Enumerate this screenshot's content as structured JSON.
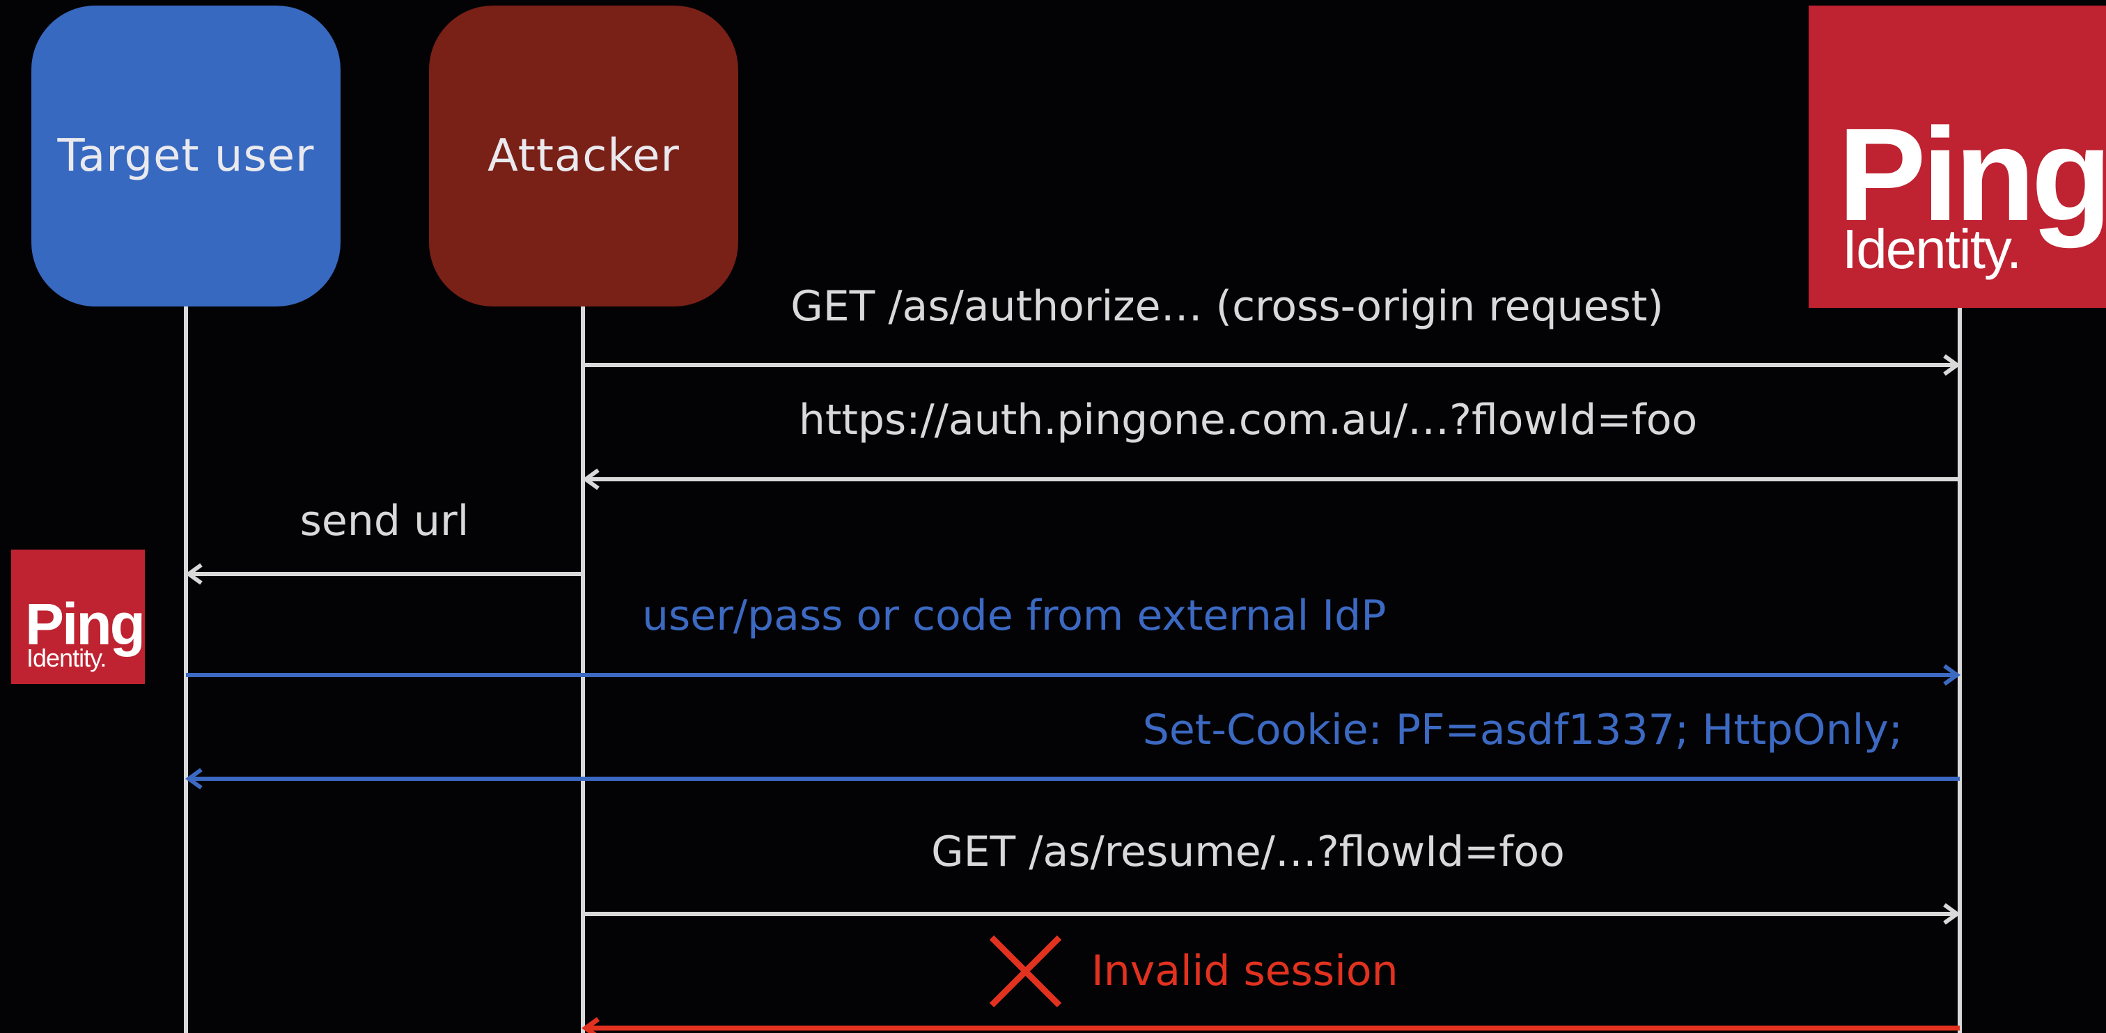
{
  "actors": {
    "target_user": "Target user",
    "attacker": "Attacker"
  },
  "logo_wordmark": {
    "main": "Ping",
    "sub": "Identity."
  },
  "messages": [
    {
      "id": "authorize-request",
      "text": "GET /as/authorize… (cross-origin request)",
      "from": "attacker",
      "to": "ping",
      "color": "#d9d9d9"
    },
    {
      "id": "flow-url-response",
      "text": "https://auth.pingone.com.au/…?flowId=foo",
      "from": "ping",
      "to": "attacker",
      "color": "#d9d9d9"
    },
    {
      "id": "send-url",
      "text": "send url",
      "from": "attacker",
      "to": "target_user",
      "color": "#d9d9d9"
    },
    {
      "id": "credentials",
      "text": "user/pass or code from external IdP",
      "from": "target_user",
      "to": "ping",
      "color": "#3c69c1"
    },
    {
      "id": "set-cookie",
      "text": "Set-Cookie: PF=asdf1337; HttpOnly;",
      "from": "ping",
      "to": "target_user",
      "color": "#3c69c1"
    },
    {
      "id": "resume-request",
      "text": "GET /as/resume/…?flowId=foo",
      "from": "attacker",
      "to": "ping",
      "color": "#d9d9d9"
    },
    {
      "id": "invalid-session",
      "text": "Invalid session",
      "from": "ping",
      "to": "attacker",
      "color": "#e2321f"
    }
  ],
  "colors": {
    "background": "#030306",
    "lifeline": "#d9d9d9",
    "user_blue": "#3769c0",
    "attacker_red": "#792017",
    "ping_red": "#bf2230",
    "error_red": "#e2321f"
  }
}
